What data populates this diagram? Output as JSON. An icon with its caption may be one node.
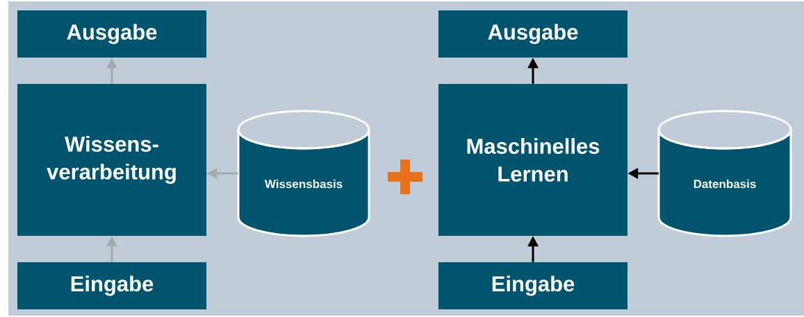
{
  "diagram": {
    "nodes": [
      {
        "text": [
          "Ausgabe"
        ]
      },
      {
        "text": [
          "Wissens- verarbeitung"
        ]
      },
      {
        "text": [
          "Eingabe"
        ]
      },
      {
        "text": [
          "Wissensbasis"
        ]
      },
      {
        "text": [
          "Ausgabe"
        ]
      },
      {
        "text": [
          "Maschinelles Lernen"
        ]
      },
      {
        "text": [
          "Eingabe"
        ]
      },
      {
        "text": [
          "Datenbasis"
        ]
      }
    ],
    "edges": [
      {
        "from": 2,
        "to": 1,
        "arrow": "to",
        "color": "#a3abab"
      },
      {
        "from": 1,
        "to": 0,
        "arrow": "to",
        "color": "#a3abab"
      },
      {
        "from": 3,
        "to": 1,
        "arrow": "to",
        "color": "#a3abab"
      },
      {
        "from": 6,
        "to": 5,
        "arrow": "to",
        "color": "#000000"
      },
      {
        "from": 5,
        "to": 4,
        "arrow": "to",
        "color": "#000000"
      },
      {
        "from": 7,
        "to": 5,
        "arrow": "to",
        "color": "#000000"
      }
    ]
  }
}
